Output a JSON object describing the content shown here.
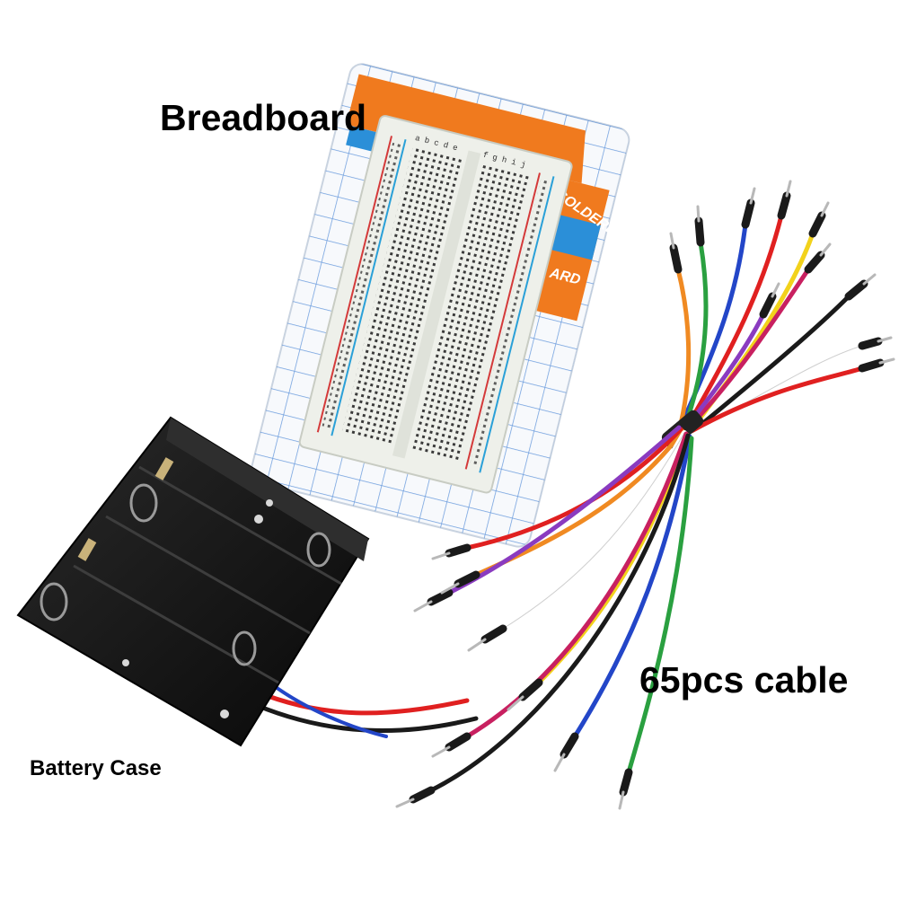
{
  "captions": {
    "breadboard": "Breadboard",
    "cable": "65pcs cable",
    "battery": "Battery Case"
  },
  "package": {
    "line1": "SOLDERLESS",
    "line2": "ARD",
    "rows_left": "a b c d e",
    "rows_right": "f g h i j"
  },
  "colors": {
    "card_grid": "#4a86d6",
    "package_accent": "#f07a1e",
    "package_blue": "#2b8fd8",
    "breadboard": "#eef0ea",
    "battery_case": "#151515",
    "wires": [
      "#e02020",
      "#1a1a1a",
      "#2346c8",
      "#f2d21b",
      "#f08a22",
      "#2aa040",
      "#ffffff",
      "#c82060",
      "#8a3bc0"
    ]
  }
}
